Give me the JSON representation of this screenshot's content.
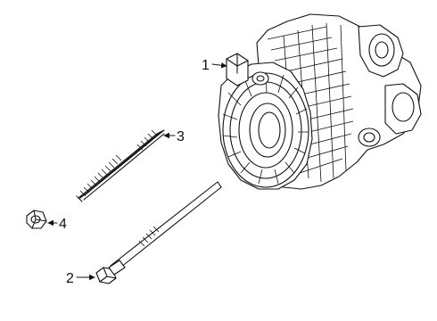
{
  "callouts": [
    {
      "label": "1",
      "part": "alternator"
    },
    {
      "label": "2",
      "part": "long-bolt"
    },
    {
      "label": "3",
      "part": "stud"
    },
    {
      "label": "4",
      "part": "nut"
    }
  ],
  "colors": {
    "line": "#111111",
    "background": "#ffffff"
  }
}
